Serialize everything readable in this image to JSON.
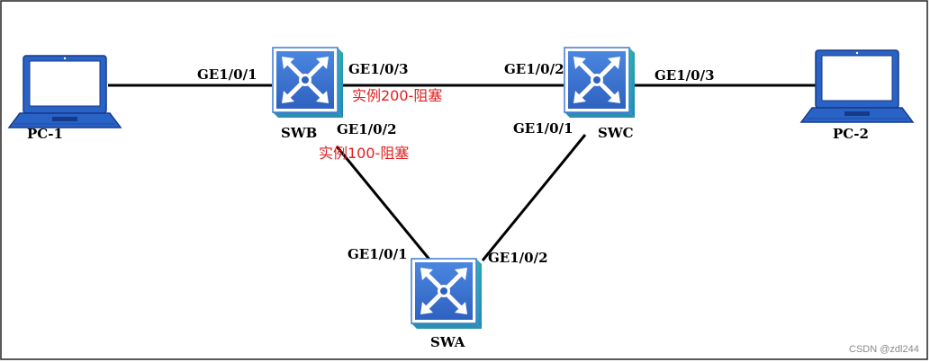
{
  "colors": {
    "device_blue": "#2a63c6",
    "device_dark": "#163a8a",
    "switch_face": "#3a74d2",
    "switch_side": "#27a7a0",
    "link": "#000000",
    "blocked_text": "#e02020"
  },
  "devices": {
    "pc1": {
      "name": "PC-1",
      "icon": "laptop-icon"
    },
    "pc2": {
      "name": "PC-2",
      "icon": "laptop-icon"
    },
    "swb": {
      "name": "SWB",
      "icon": "switch-icon"
    },
    "swc": {
      "name": "SWC",
      "icon": "switch-icon"
    },
    "swa": {
      "name": "SWA",
      "icon": "switch-icon"
    }
  },
  "ports": {
    "swb_to_pc1": "GE1/0/1",
    "swb_to_swc": "GE1/0/3",
    "swc_to_swb": "GE1/0/2",
    "swc_to_pc2": "GE1/0/3",
    "swb_to_swa": "GE1/0/2",
    "swc_to_swa": "GE1/0/1",
    "swa_to_swb": "GE1/0/1",
    "swa_to_swc": "GE1/0/2"
  },
  "annotations": {
    "instance200": "实例200-阻塞",
    "instance100": "实例100-阻塞"
  },
  "watermark": "CSDN @zdl244"
}
